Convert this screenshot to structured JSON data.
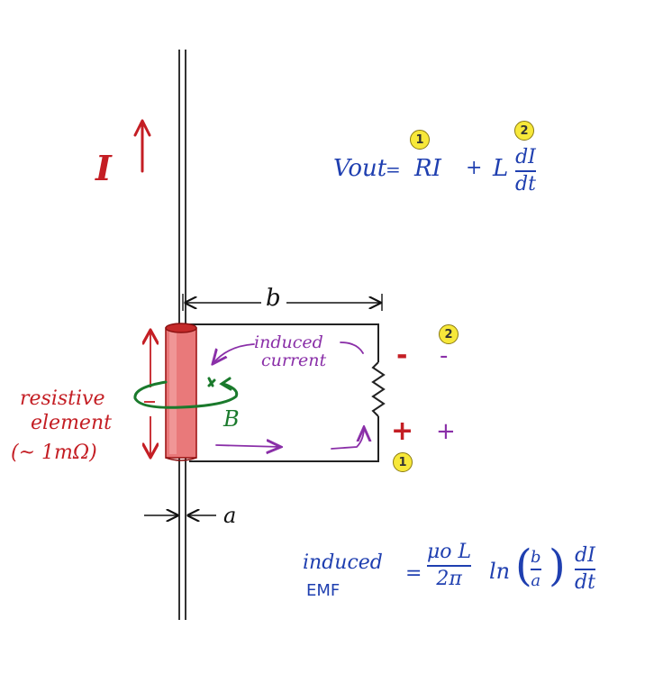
{
  "current_label": "I",
  "vout": {
    "lhs": "Vout",
    "eq": "=",
    "term1": "RI",
    "plus": "+",
    "term2": "L",
    "num": "dI",
    "den": "dt",
    "marker1": "1",
    "marker2": "2"
  },
  "dims": {
    "b": "b",
    "a": "a"
  },
  "loop": {
    "induced_current_line1": "induced",
    "induced_current_line2": "current",
    "field_label": "B",
    "minus1": "-",
    "minus2": "-",
    "plus1": "+",
    "plus2": "+",
    "marker1": "1",
    "marker2": "2"
  },
  "element": {
    "line1": "resistive",
    "line2": "element",
    "line3": "(~ 1mΩ)"
  },
  "emf": {
    "label1": "induced",
    "label2": "EMF",
    "eq": "=",
    "num": "μo L",
    "den": "2π",
    "ln": "ln",
    "ratio_num": "b",
    "ratio_den": "a",
    "d_num": "dI",
    "d_den": "dt"
  },
  "colors": {
    "red": "#c41e24",
    "blue": "#1f3fb0",
    "purple": "#8a2fa8",
    "green": "#1a7a2c",
    "marker_yellow": "#f7e83a"
  }
}
